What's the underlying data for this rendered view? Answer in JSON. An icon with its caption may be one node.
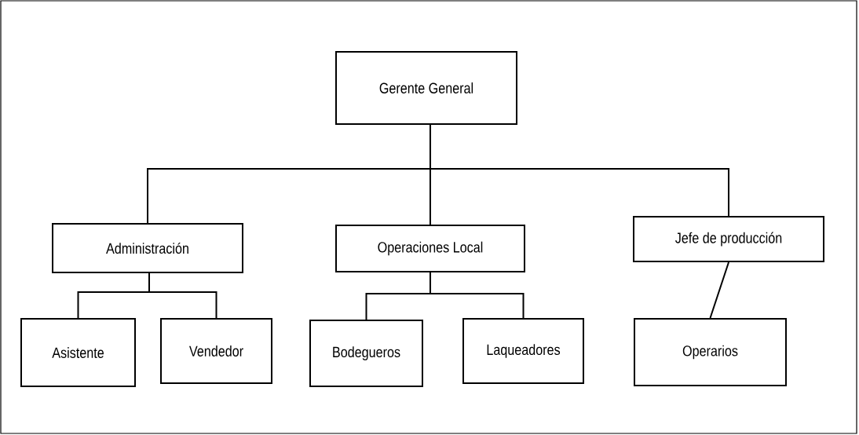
{
  "diagram": {
    "nodes": [
      {
        "text": [
          "Gerente General"
        ]
      },
      {
        "text": [
          "Administración"
        ]
      },
      {
        "text": [
          "Operaciones Local"
        ]
      },
      {
        "text": [
          "Jefe de producción"
        ]
      },
      {
        "text": [
          "Asistente"
        ]
      },
      {
        "text": [
          "Vendedor"
        ]
      },
      {
        "text": [
          "Bodegueros"
        ]
      },
      {
        "text": [
          "Laqueadores"
        ]
      },
      {
        "text": [
          "Operarios"
        ]
      }
    ],
    "edges": [
      {
        "from": 0,
        "to": 1,
        "arrow": "none"
      },
      {
        "from": 0,
        "to": 2,
        "arrow": "none"
      },
      {
        "from": 0,
        "to": 3,
        "arrow": "none"
      },
      {
        "from": 1,
        "to": 4,
        "arrow": "none"
      },
      {
        "from": 1,
        "to": 5,
        "arrow": "none"
      },
      {
        "from": 2,
        "to": 6,
        "arrow": "none"
      },
      {
        "from": 2,
        "to": 7,
        "arrow": "none"
      },
      {
        "from": 3,
        "to": 8,
        "arrow": "none"
      }
    ]
  }
}
